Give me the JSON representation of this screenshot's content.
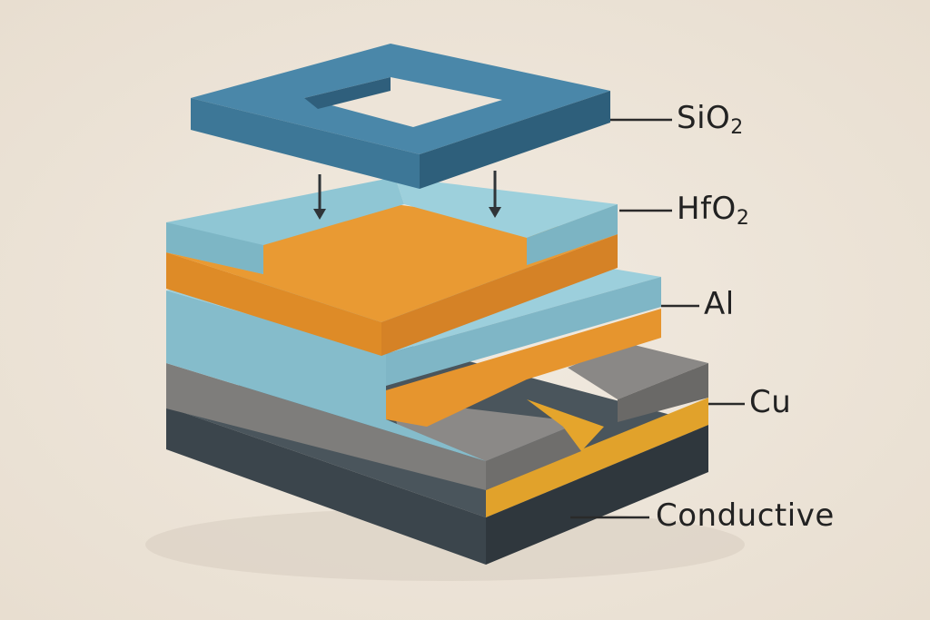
{
  "labels": {
    "sio2": {
      "main": "SiO",
      "sub": "2"
    },
    "hfo2": {
      "main": "HfO",
      "sub": "2"
    },
    "al": "Al",
    "cu": "Cu",
    "conductive": "Conductive"
  },
  "colors": {
    "sio2": "#3f7c9e",
    "hfo2": "#8ec5d3",
    "al": "#e9962f",
    "cu": "#e5a52c",
    "gray": "#7c7b79",
    "conductive": "#3c464d",
    "background": "#ede4d8"
  }
}
